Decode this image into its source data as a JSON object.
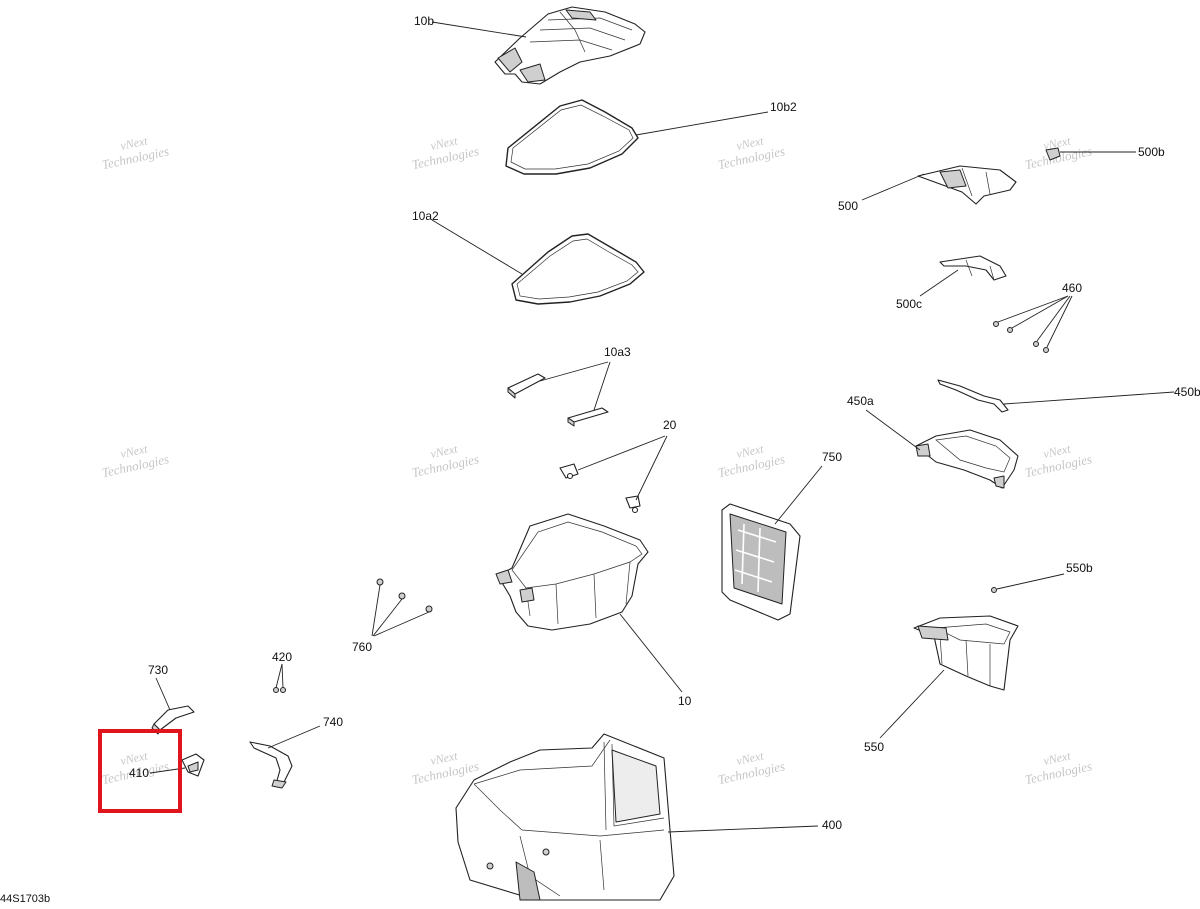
{
  "diagram": {
    "drawing_code": "44S1703b",
    "watermark_line1": "vNext",
    "watermark_line2": "Technologies",
    "highlight_color": "#e0141c",
    "labels": {
      "l10b": "10b",
      "l10b2": "10b2",
      "l10a2": "10a2",
      "l10a3": "10a3",
      "l20": "20",
      "l10": "10",
      "l760": "760",
      "l750": "750",
      "l730": "730",
      "l420": "420",
      "l740": "740",
      "l410": "410",
      "l400": "400",
      "l500": "500",
      "l500b": "500b",
      "l500c": "500c",
      "l460": "460",
      "l450a": "450a",
      "l450b": "450b",
      "l550b": "550b",
      "l550": "550"
    }
  }
}
